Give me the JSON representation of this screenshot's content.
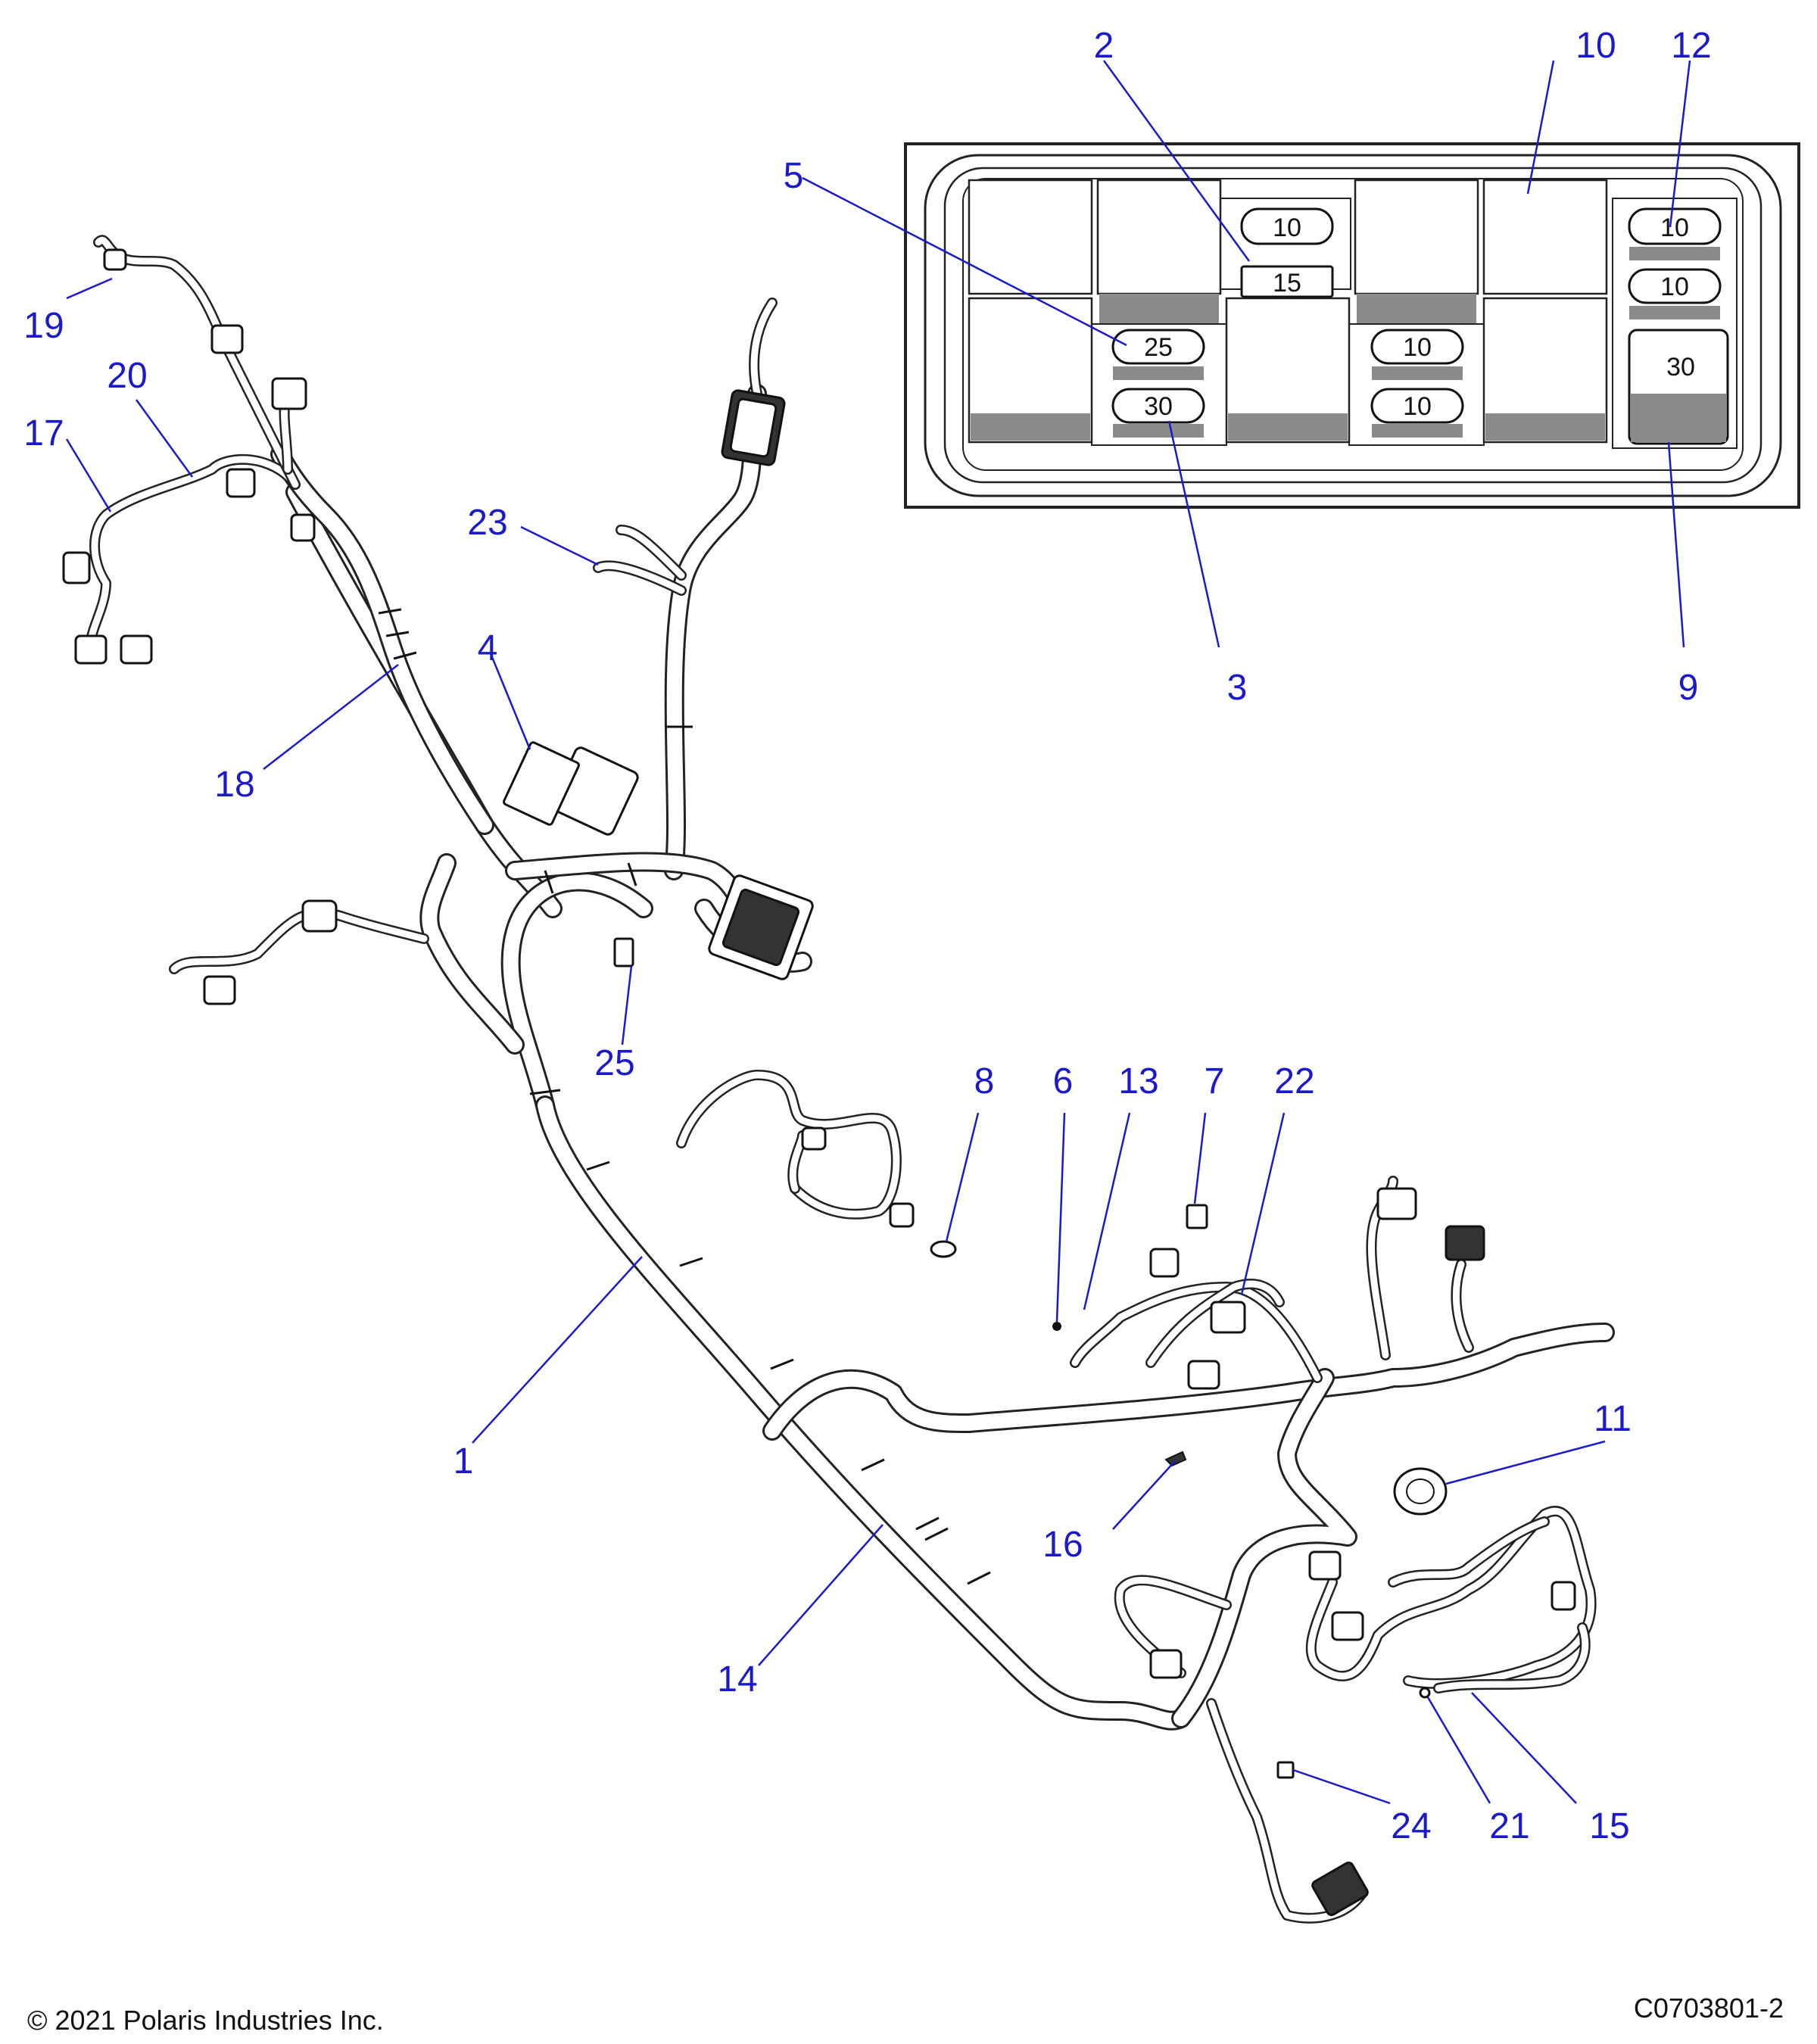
{
  "callouts": {
    "c1": "1",
    "c2": "2",
    "c3": "3",
    "c4": "4",
    "c5": "5",
    "c6": "6",
    "c7": "7",
    "c8": "8",
    "c9": "9",
    "c10": "10",
    "c11": "11",
    "c12": "12",
    "c13": "13",
    "c14": "14",
    "c15": "15",
    "c16": "16",
    "c17": "17",
    "c18": "18",
    "c19": "19",
    "c20": "20",
    "c21": "21",
    "c22": "22",
    "c23": "23",
    "c24": "24",
    "c25": "25"
  },
  "fuses": {
    "f1": "10",
    "f2": "15",
    "f3": "25",
    "f4": "30",
    "f5": "10",
    "f6": "10",
    "f7": "10",
    "f8": "10",
    "f9": "30"
  },
  "footer": {
    "copyright": "© 2021 Polaris Industries Inc.",
    "figure_id": "C0703801-2"
  },
  "colors": {
    "callout": "#1a1acc",
    "line_art": "#222222"
  }
}
